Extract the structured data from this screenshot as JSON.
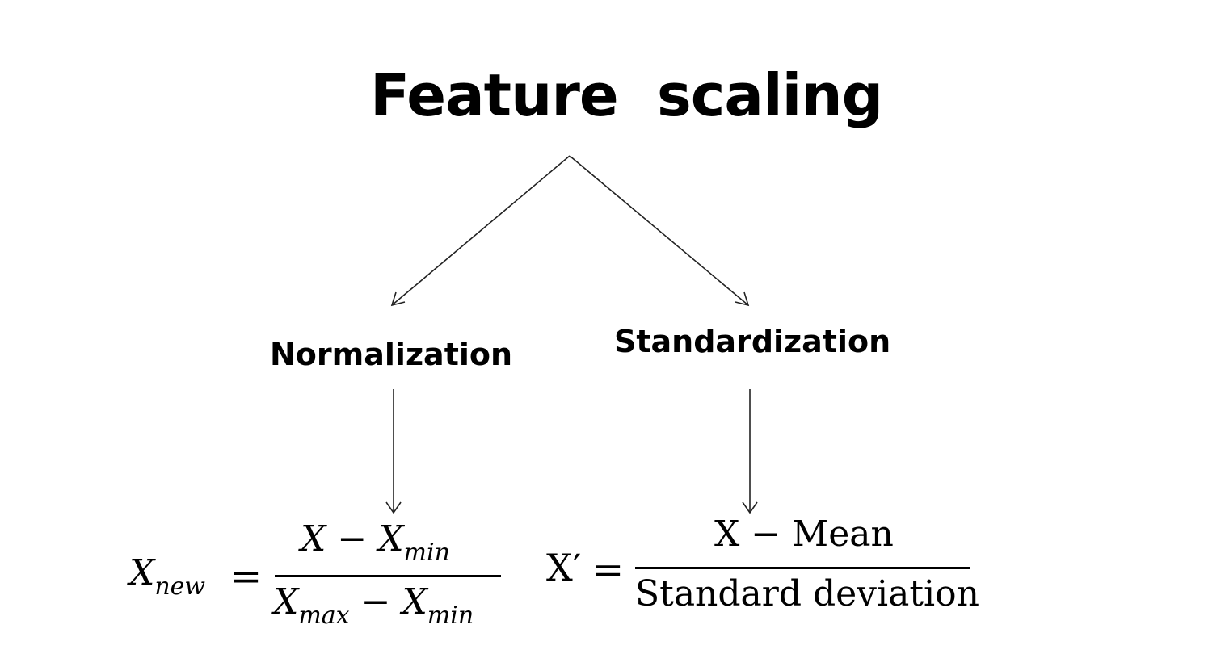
{
  "title": "Feature  scaling",
  "branches": {
    "left": "Normalization",
    "right": "Standardization"
  },
  "normalization_formula": {
    "lhs_var": "X",
    "lhs_sub": "new",
    "equals": "=",
    "num_var": "X",
    "num_op": "−",
    "num_var2": "X",
    "num_sub2": "min",
    "den_var": "X",
    "den_sub": "max",
    "den_op": "−",
    "den_var2": "X",
    "den_sub2": "min"
  },
  "standardization_formula": {
    "lhs": "X′",
    "equals": "=",
    "numerator": "X − Mean",
    "denominator": "Standard deviation"
  }
}
